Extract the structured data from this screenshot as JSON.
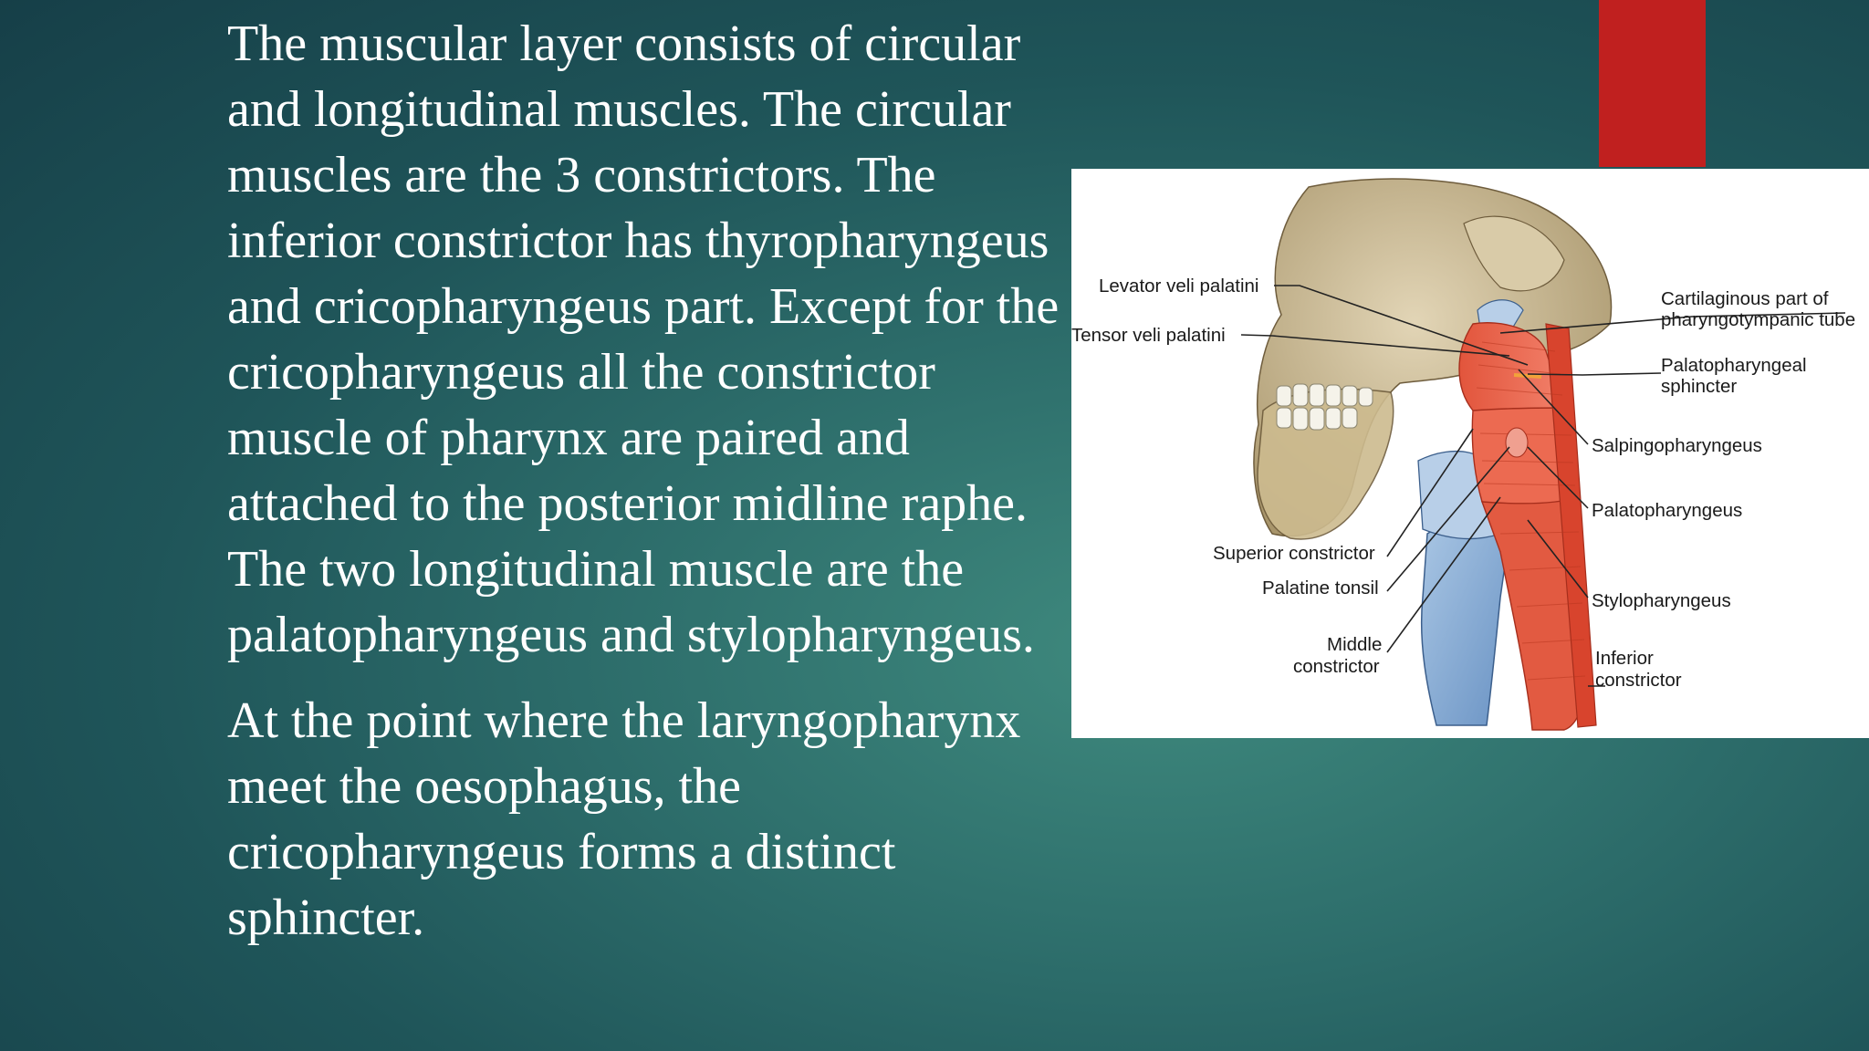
{
  "slide": {
    "paragraphs": [
      "The muscular layer consists of circular and longitudinal muscles. The circular muscles are the 3 constrictors. The inferior constrictor has thyropharyngeus and cricopharyngeus part. Except for the cricopharyngeus all the constrictor muscle of pharynx are paired and attached to the posterior midline raphe. The two longitudinal muscle are the palatopharyngeus and stylopharyngeus.",
      "At the point where the laryngopharynx meet the oesophagus, the cricopharyngeus forms a distinct sphincter."
    ],
    "colors": {
      "background": "#1f5559",
      "accent_bar": "#c0201f",
      "text": "#ffffff"
    }
  },
  "figure": {
    "labels": {
      "levator_veli_palatini": "Levator veli palatini",
      "tensor_veli_palatini": "Tensor veli palatini",
      "superior_constrictor": "Superior constrictor",
      "palatine_tonsil": "Palatine tonsil",
      "middle_constrictor_1": "Middle",
      "middle_constrictor_2": "constrictor",
      "cartilaginous_1": "Cartilaginous part of",
      "cartilaginous_2": "pharyngotympanic tube",
      "palatopharyngeal_sphincter_1": "Palatopharyngeal",
      "palatopharyngeal_sphincter_2": "sphincter",
      "salpingopharyngeus": "Salpingopharyngeus",
      "palatopharyngeus": "Palatopharyngeus",
      "stylopharyngeus": "Stylopharyngeus",
      "inferior_constrictor_1": "Inferior",
      "inferior_constrictor_2": "constrictor"
    }
  }
}
